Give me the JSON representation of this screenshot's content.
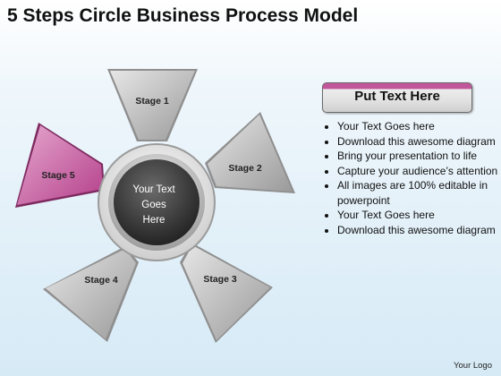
{
  "title": "5 Steps Circle Business Process Model",
  "stages": [
    {
      "label": "Stage 1",
      "highlighted": false
    },
    {
      "label": "Stage 2",
      "highlighted": false
    },
    {
      "label": "Stage 3",
      "highlighted": false
    },
    {
      "label": "Stage 4",
      "highlighted": false
    },
    {
      "label": "Stage 5",
      "highlighted": true
    }
  ],
  "center": {
    "lines": [
      "Your Text",
      "Goes",
      "Here"
    ]
  },
  "panel": {
    "header": "Put Text Here",
    "bullets": [
      "Your Text Goes here",
      "Download this awesome diagram",
      "Bring your presentation to life",
      "Capture your audience’s attention",
      "All images are 100% editable in powerpoint",
      "Your Text Goes here",
      "Download this awesome diagram"
    ]
  },
  "logo": "Your Logo",
  "colors": {
    "highlight": "#c2569b",
    "gray": "#b3b3b3",
    "center": "#3a3a3a"
  }
}
